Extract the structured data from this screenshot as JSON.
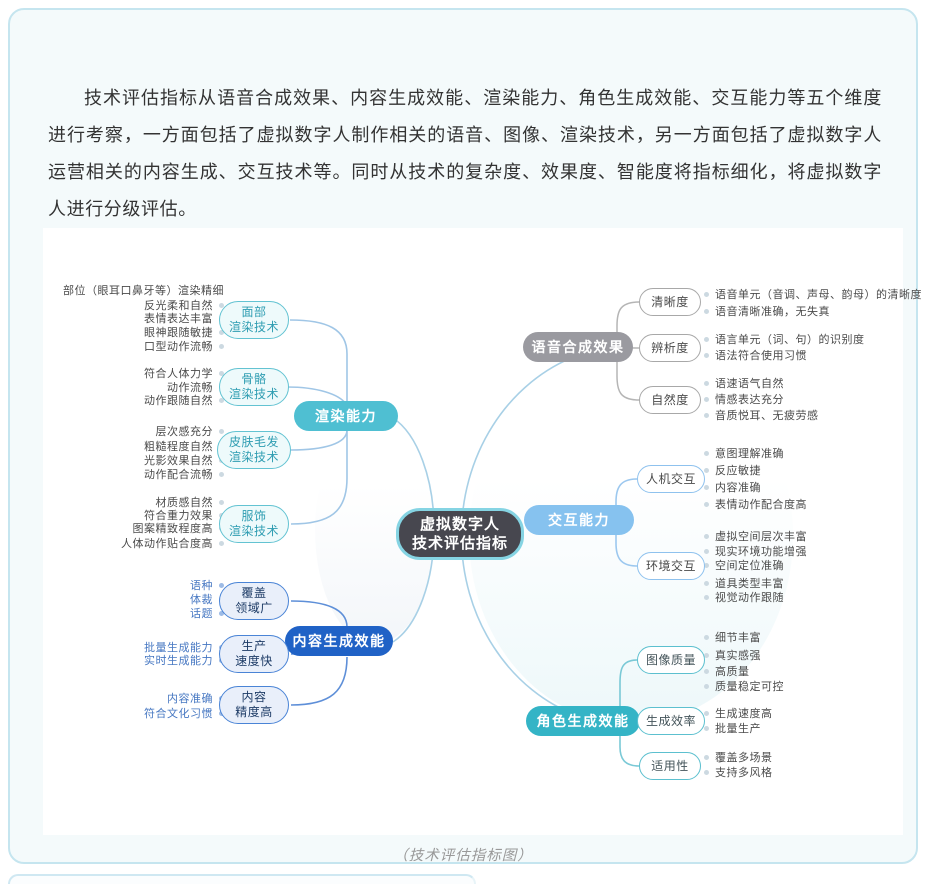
{
  "intro": {
    "text": "技术评估指标从语音合成效果、内容生成效能、渲染能力、角色生成效能、交互能力等五个维度进行考察，一方面包括了虚拟数字人制作相关的语音、图像、渲染技术，另一方面包括了虚拟数字人运营相关的内容生成、交互技术等。同时从技术的复杂度、效果度、智能度将指标细化，将虚拟数字人进行分级评估。"
  },
  "caption": "（技术评估指标图）",
  "mindmap": {
    "center": [
      "虚拟数字人",
      "技术评估指标"
    ],
    "left": [
      {
        "label": "渲染能力",
        "groups": [
          {
            "label": [
              "面部",
              "渲染技术"
            ],
            "leaves": [
              "部位（眼耳口鼻牙等）渲染精细",
              "反光柔和自然",
              "表情表达丰富",
              "眼神跟随敏捷",
              "口型动作流畅"
            ]
          },
          {
            "label": [
              "骨骼",
              "渲染技术"
            ],
            "leaves": [
              "符合人体力学",
              "动作流畅",
              "动作跟随自然"
            ]
          },
          {
            "label": [
              "皮肤毛发",
              "渲染技术"
            ],
            "leaves": [
              "层次感充分",
              "粗糙程度自然",
              "光影效果自然",
              "动作配合流畅"
            ]
          },
          {
            "label": [
              "服饰",
              "渲染技术"
            ],
            "leaves": [
              "材质感自然",
              "符合重力效果",
              "图案精致程度高",
              "人体动作贴合度高"
            ]
          }
        ]
      },
      {
        "label": "内容生成效能",
        "groups": [
          {
            "label": [
              "覆盖",
              "领域广"
            ],
            "leaves": [
              "语种",
              "体裁",
              "话题"
            ]
          },
          {
            "label": [
              "生产",
              "速度快"
            ],
            "leaves": [
              "批量生成能力",
              "实时生成能力"
            ]
          },
          {
            "label": [
              "内容",
              "精度高"
            ],
            "leaves": [
              "内容准确",
              "符合文化习惯"
            ]
          }
        ]
      }
    ],
    "right": [
      {
        "label": "语音合成效果",
        "groups": [
          {
            "label": "清晰度",
            "leaves": [
              "语音单元（音调、声母、韵母）的清晰度",
              "语音清晰准确，无失真"
            ]
          },
          {
            "label": "辨析度",
            "leaves": [
              "语言单元（词、句）的识别度",
              "语法符合使用习惯"
            ]
          },
          {
            "label": "自然度",
            "leaves": [
              "语速语气自然",
              "情感表达充分",
              "音质悦耳、无疲劳感"
            ]
          }
        ]
      },
      {
        "label": "交互能力",
        "groups": [
          {
            "label": "人机交互",
            "leaves": [
              "意图理解准确",
              "反应敏捷",
              "内容准确",
              "表情动作配合度高"
            ]
          },
          {
            "label": "环境交互",
            "leaves": [
              "虚拟空间层次丰富",
              "现实环境功能增强",
              "空间定位准确",
              "道具类型丰富",
              "视觉动作跟随"
            ]
          }
        ]
      },
      {
        "label": "角色生成效能",
        "groups": [
          {
            "label": "图像质量",
            "leaves": [
              "细节丰富",
              "真实感强",
              "高质量",
              "质量稳定可控"
            ]
          },
          {
            "label": "生成效率",
            "leaves": [
              "生成速度高",
              "批量生产"
            ]
          },
          {
            "label": "适用性",
            "leaves": [
              "覆盖多场景",
              "支持多风格"
            ]
          }
        ]
      }
    ]
  },
  "colors": {
    "render_teal": "#4fbfd2",
    "content_blue": "#2062c6",
    "speech_gray": "#9a9aa0",
    "interact_lightblue": "#86c2ef",
    "character_teal": "#34b4c6",
    "center_bg": "#47474f",
    "center_border": "#85d4e3",
    "card_border": "#c5e5ef"
  }
}
